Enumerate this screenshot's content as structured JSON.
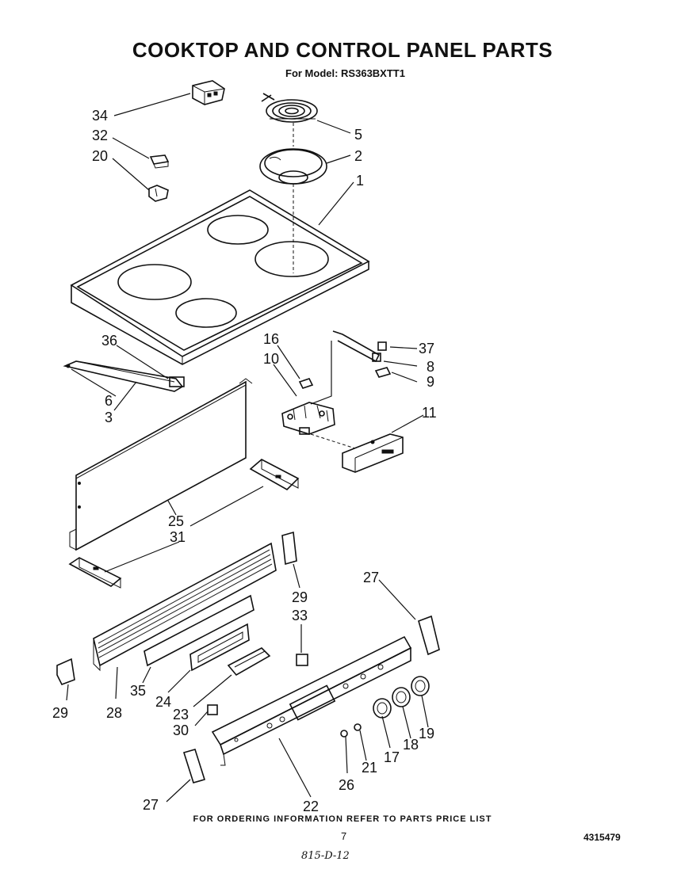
{
  "title": "COOKTOP AND CONTROL PANEL PARTS",
  "model_line": "For Model: RS363BXTT1",
  "footer_note": "FOR ORDERING INFORMATION REFER TO PARTS PRICE LIST",
  "page_number": "7",
  "document_number": "4315479",
  "handwritten_note": "815-D-12",
  "callouts": {
    "c1": "1",
    "c2": "2",
    "c3": "3",
    "c5": "5",
    "c6": "6",
    "c8": "8",
    "c9": "9",
    "c10": "10",
    "c11": "11",
    "c16": "16",
    "c17": "17",
    "c18": "18",
    "c19": "19",
    "c20": "20",
    "c21": "21",
    "c22": "22",
    "c23": "23",
    "c24": "24",
    "c25": "25",
    "c26": "26",
    "c27a": "27",
    "c27b": "27",
    "c28": "28",
    "c29a": "29",
    "c29b": "29",
    "c30": "30",
    "c31": "31",
    "c32": "32",
    "c33": "33",
    "c34": "34",
    "c35": "35",
    "c36": "36",
    "c37": "37"
  }
}
